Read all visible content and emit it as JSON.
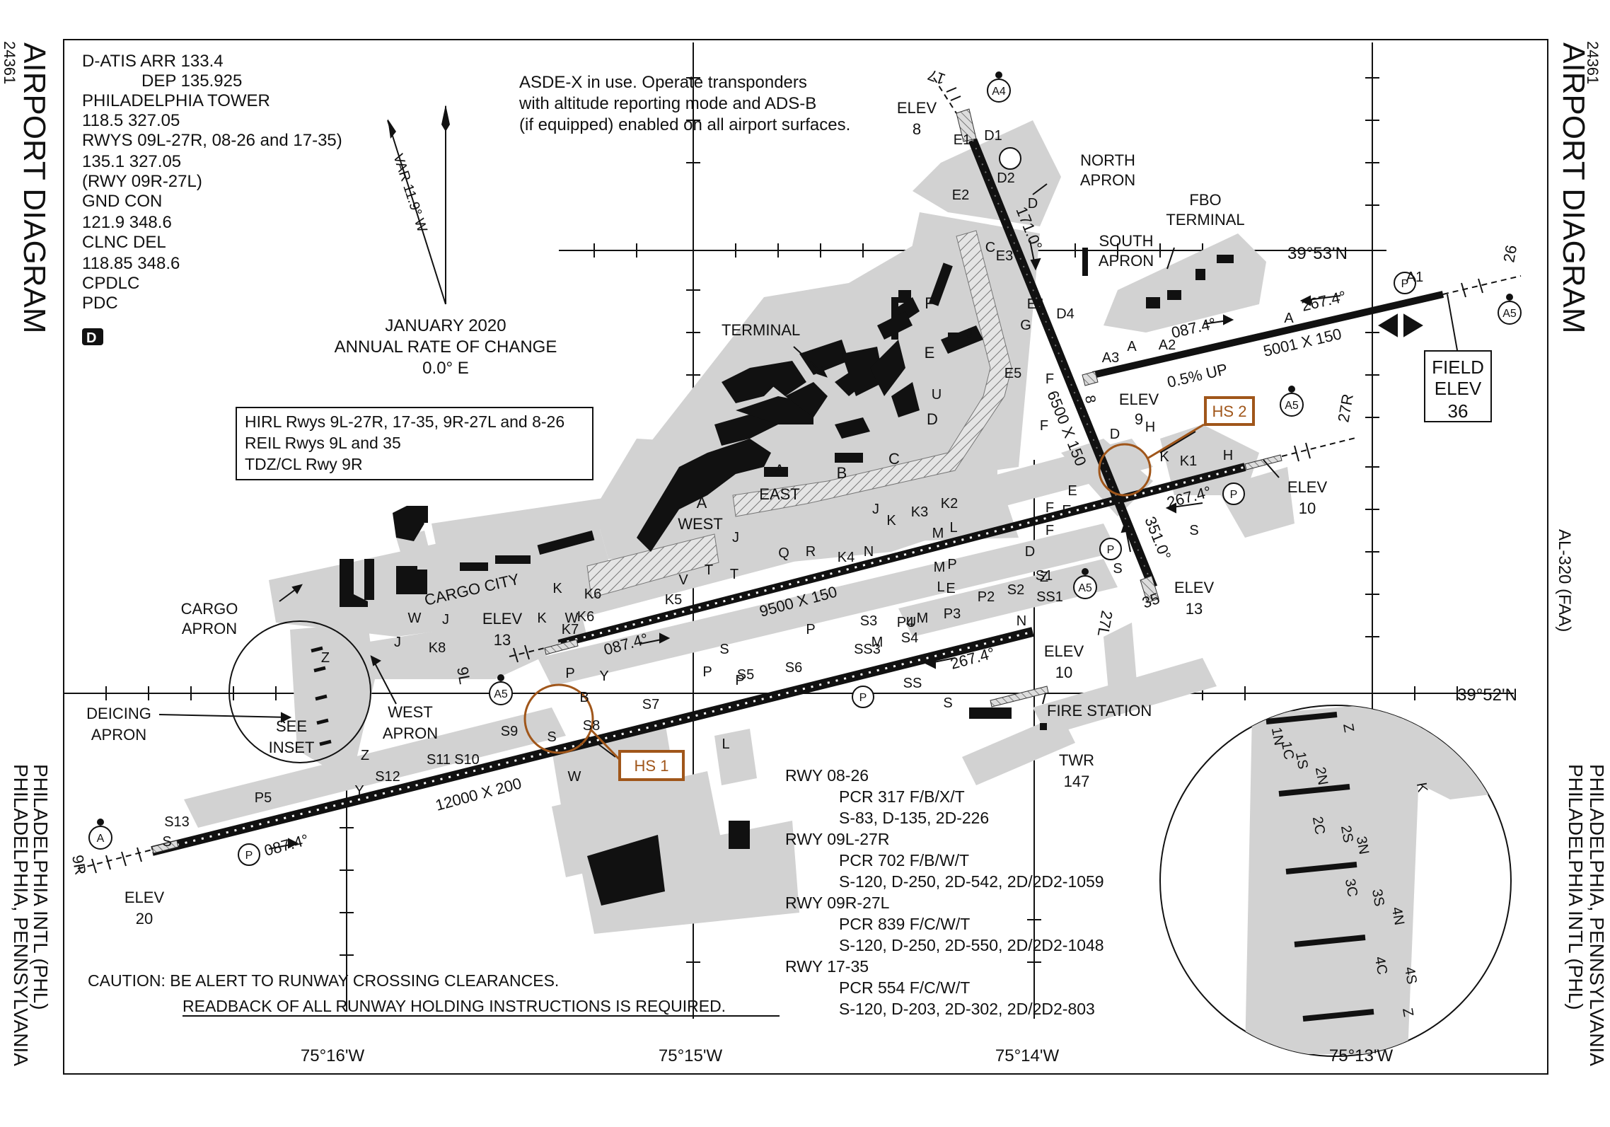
{
  "header": {
    "chart_number": "24361",
    "title": "AIRPORT DIAGRAM",
    "location": "PHILADELPHIA, PENNSYLVANIA",
    "airport": "PHILADELPHIA INTL (PHL)",
    "chart_id": "AL-320 (FAA)"
  },
  "frequencies": [
    "D-ATIS ARR 133.4",
    "DEP 135.925",
    "PHILADELPHIA TOWER",
    "118.5 327.05",
    "RWYS 09L-27R, 08-26 and 17-35)",
    "135.1 327.05",
    "(RWY 09R-27L)",
    "GND CON",
    "121.9  348.6",
    "CLNC DEL",
    "118.85  348.6",
    "CPDLC",
    "PDC"
  ],
  "d_badge": "D",
  "asde_note": [
    "ASDE-X in use. Operate transponders",
    "with altitude reporting mode and ADS-B",
    "(if equipped) enabled on all airport surfaces."
  ],
  "magvar": {
    "var": "VAR 11.9° W",
    "date": "JANUARY 2020",
    "rate_label": "ANNUAL RATE OF CHANGE",
    "rate": "0.0° E"
  },
  "lighting": [
    "HIRL Rwys 9L-27R, 17-35, 9R-27L and 8-26",
    "REIL Rwys 9L and 35",
    "TDZ/CL Rwy 9R"
  ],
  "coords": {
    "lat_n": "39°53'N",
    "lat_s": "39°52'N",
    "lon": [
      "75°16'W",
      "75°15'W",
      "75°14'W",
      "75°13'W"
    ]
  },
  "hot_spots": [
    "HS 2",
    "HS 1"
  ],
  "field_elev": [
    "FIELD",
    "ELEV",
    "36"
  ],
  "places": {
    "north_apron": [
      "NORTH",
      "APRON"
    ],
    "fbo": [
      "FBO",
      "TERMINAL"
    ],
    "south_apron": [
      "SOUTH",
      "APRON"
    ],
    "terminal": "TERMINAL",
    "cargo_city": "CARGO CITY",
    "cargo_apron": [
      "CARGO",
      "APRON"
    ],
    "deicing_apron": [
      "DEICING",
      "APRON"
    ],
    "see_inset": [
      "SEE",
      "INSET"
    ],
    "west_apron": [
      "WEST",
      "APRON"
    ],
    "fire_station": "FIRE STATION",
    "twr": [
      "TWR",
      "147"
    ],
    "concourses": [
      "A",
      "WEST",
      "A",
      "EAST",
      "B",
      "C",
      "D",
      "E",
      "F"
    ]
  },
  "runway_labels": {
    "r9l_27r": "9500 X 150",
    "r9r_27l": "12000 X 200",
    "r8_26": "5001 X 150",
    "r17_35": "6500 X 150",
    "upslope": "0.5% UP",
    "end_17": "17",
    "end_35": "35",
    "end_9l": "9L",
    "end_27r": "27R",
    "end_9r": "9R",
    "end_27l": "27L",
    "end_8": "8",
    "end_26": "26"
  },
  "headings": {
    "h0874a": "087.4°",
    "h2674a": "267.4°",
    "h0874b": "087.4°",
    "h2674b": "267.4°",
    "h0874c": "087.4°",
    "h2674c": "267.4°",
    "h1710": "171.0°",
    "h3510": "351.0°"
  },
  "elevations": {
    "e17": [
      "ELEV",
      "8"
    ],
    "e35": [
      "ELEV",
      "13"
    ],
    "e9l": [
      "ELEV",
      "13"
    ],
    "e27r": [
      "ELEV",
      "10"
    ],
    "e9r": [
      "ELEV",
      "20"
    ],
    "e27l": [
      "ELEV",
      "10"
    ],
    "e9": [
      "ELEV",
      "9"
    ]
  },
  "taxiway_letters": [
    "E1",
    "D1",
    "E2",
    "D2",
    "D",
    "E3",
    "E4",
    "D4",
    "G",
    "E5",
    "F",
    "F",
    "E",
    "E",
    "F",
    "F",
    "D",
    "K",
    "K1",
    "H",
    "H",
    "A3",
    "A",
    "A2",
    "A",
    "A1",
    "S",
    "K2",
    "K3",
    "L",
    "M",
    "J",
    "K",
    "N",
    "K4",
    "M",
    "L",
    "J",
    "Q",
    "R",
    "T",
    "T",
    "V",
    "K5",
    "K6",
    "K6",
    "K7",
    "J",
    "K",
    "K",
    "K8",
    "J",
    "W",
    "W",
    "Y",
    "P",
    "P",
    "U",
    "P",
    "S",
    "S5",
    "S6",
    "S7",
    "S8",
    "S",
    "S9",
    "S10",
    "S11",
    "S12",
    "S13",
    "S",
    "P5",
    "P4",
    "M",
    "P3",
    "P2",
    "S2",
    "S1",
    "SS1",
    "N",
    "S3",
    "S4",
    "SS3",
    "SS",
    "S",
    "Z",
    "Z",
    "Z",
    "Y",
    "W",
    "B",
    "J",
    "C",
    "U",
    "P",
    "L",
    "M",
    "P",
    "E",
    "D",
    "S"
  ],
  "runway_pcr": [
    "RWY 08-26",
    "PCR 317 F/B/X/T",
    "S-83, D-135, 2D-226",
    "RWY 09L-27R",
    "PCR 702 F/B/W/T",
    "S-120, D-250, 2D-542, 2D/2D2-1059",
    "RWY 09R-27L",
    "PCR 839 F/C/W/T",
    "S-120, D-250, 2D-550, 2D/2D2-1048",
    "RWY 17-35",
    "PCR 554 F/C/W/T",
    "S-120, D-203, 2D-302, 2D/2D2-803"
  ],
  "caution": [
    "CAUTION: BE ALERT TO RUNWAY CROSSING CLEARANCES.",
    "READBACK OF ALL RUNWAY HOLDING INSTRUCTIONS IS REQUIRED."
  ],
  "inset_labels": [
    "Z",
    "1N",
    "1C",
    "1S",
    "2N",
    "2C",
    "2S",
    "3N",
    "3C",
    "3S",
    "4N",
    "4C",
    "4S",
    "Z",
    "K"
  ],
  "symbols": [
    "A4",
    "A5",
    "A5",
    "A5",
    "A5",
    "A",
    "P",
    "P",
    "P",
    "P",
    "P"
  ],
  "colors": {
    "runway": "#111111",
    "pavement": "#d2d2d2",
    "hotspot": "#a0561a",
    "line": "#111111"
  }
}
